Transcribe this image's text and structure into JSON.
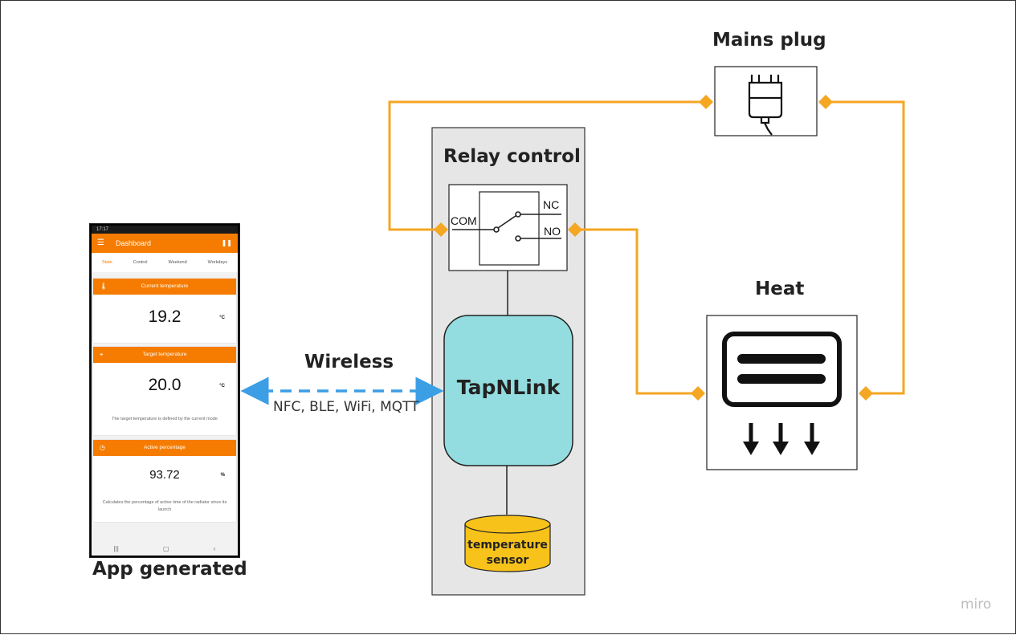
{
  "diagram": {
    "mains_plug_title": "Mains plug",
    "relay_control_title": "Relay control",
    "heat_title": "Heat",
    "wireless_title": "Wireless",
    "wireless_protocols": "NFC, BLE, WiFi, MQTT",
    "app_title": "App generated",
    "tapnlink_label": "TapNLink",
    "sensor_label_line1": "temperature",
    "sensor_label_line2": "sensor",
    "relay_terminals": {
      "com": "COM",
      "nc": "NC",
      "no": "NO"
    },
    "watermark": "miro",
    "colors": {
      "wire": "#f5a623",
      "wireless": "#3c9ee5",
      "tapnlink": "#93dde0",
      "sensor": "#f7c21a",
      "relay_box": "#e6e6e6"
    }
  },
  "phone": {
    "status_time": "17:17",
    "app_bar_title": "Dashboard",
    "menu_icon": "hamburger-icon",
    "tabs": [
      "State",
      "Control",
      "Weekend",
      "Workdays"
    ],
    "cards": [
      {
        "title": "Current temperature",
        "value": "19.2",
        "unit": "°C",
        "description": "",
        "icon": "thermometer-icon"
      },
      {
        "title": "Target temperature",
        "value": "20.0",
        "unit": "°C",
        "description": "The target temperature is defined by the current mode",
        "icon": "target-icon"
      },
      {
        "title": "Active percentage",
        "value": "93.72",
        "unit": "%",
        "description": "Calculates the percentage of active time of the radiator since its launch",
        "icon": "clock-icon"
      }
    ]
  }
}
